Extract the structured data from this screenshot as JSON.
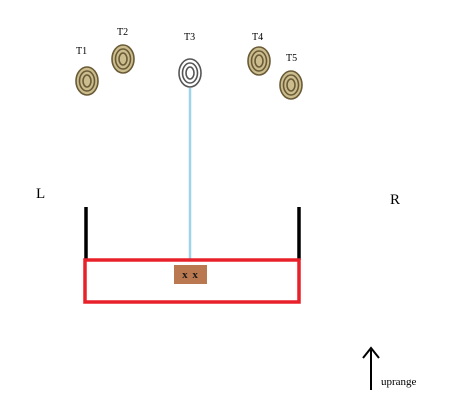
{
  "side_labels": {
    "left": "L",
    "right": "R"
  },
  "direction_label": "uprange",
  "center_marker": "x x",
  "targets": [
    {
      "label": "T1",
      "state": "normal"
    },
    {
      "label": "T2",
      "state": "normal"
    },
    {
      "label": "T3",
      "state": "highlighted"
    },
    {
      "label": "T4",
      "state": "normal"
    },
    {
      "label": "T5",
      "state": "normal"
    }
  ],
  "colors": {
    "target_fill": "#cbbd8e",
    "target_ring": "#6a5a36",
    "target_highlight_fill": "#ffffff",
    "target_highlight_ring": "#555555",
    "sight_line": "#9fd3ea",
    "position_box": "#e8202a",
    "side_posts": "#000000",
    "marker_fill": "#b9784f"
  }
}
